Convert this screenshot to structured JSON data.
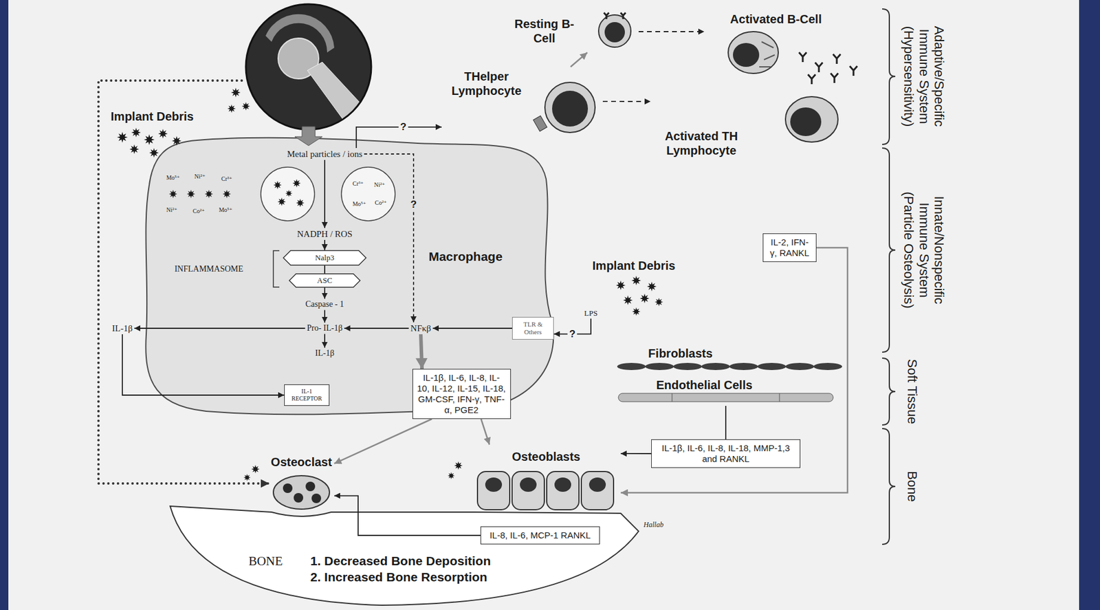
{
  "diagram": {
    "nodes": [
      {
        "text": [
          "Macrophage"
        ]
      },
      {
        "text": [
          "Metal particles / ions"
        ],
        "in": 0
      },
      {
        "text": [
          "NADPH / ROS"
        ],
        "in": 0
      },
      {
        "text": [
          "Nalp3"
        ],
        "in": 0
      },
      {
        "text": [
          "ASC"
        ],
        "in": 0
      },
      {
        "text": [
          "Caspase - 1"
        ],
        "in": 0
      },
      {
        "text": [
          "Pro- IL-1β"
        ],
        "in": 0
      },
      {
        "text": [
          "IL-1β"
        ],
        "in": 0
      },
      {
        "text": [
          "NFκβ"
        ],
        "in": 0
      },
      {
        "text": [
          "IL-1 RECEPTOR"
        ],
        "in": 0
      },
      {
        "text": [
          "TLR & Others"
        ]
      },
      {
        "text": [
          "IL-1β"
        ]
      },
      {
        "text": [
          "IL-1β, IL-6, IL-8, IL-10, IL-12, IL-15, IL-18, GM-CSF, IFN-γ, TNF-α, PGE2"
        ]
      },
      {
        "text": [
          "Resting B-Cell"
        ]
      },
      {
        "text": [
          "Activated B-Cell"
        ]
      },
      {
        "text": [
          "THelper Lymphocyte"
        ]
      },
      {
        "text": [
          "Activated TH Lymphocyte"
        ]
      },
      {
        "text": [
          "IL-2, IFN-γ, RANKL"
        ]
      },
      {
        "text": [
          "Fibroblasts"
        ]
      },
      {
        "text": [
          "Endothelial Cells"
        ]
      },
      {
        "text": [
          "IL-1β, IL-6, IL-8, IL-18, MMP-1,3 and RANKL"
        ]
      },
      {
        "text": [
          "Osteoclast"
        ]
      },
      {
        "text": [
          "Osteoblasts"
        ]
      },
      {
        "text": [
          "IL-8, IL-6, MCP-1 RANKL"
        ]
      },
      {
        "text": [
          "LPS"
        ]
      }
    ],
    "edges": [
      {
        "from": 1,
        "to": 2,
        "arrow": "to"
      },
      {
        "from": 2,
        "to": 3,
        "arrow": "to"
      },
      {
        "from": 3,
        "to": 4,
        "arrow": "none"
      },
      {
        "from": 4,
        "to": 5,
        "arrow": "to"
      },
      {
        "from": 5,
        "to": 6,
        "arrow": "to"
      },
      {
        "from": 6,
        "to": 7,
        "arrow": "to"
      },
      {
        "from": 8,
        "to": 6,
        "arrow": "to"
      },
      {
        "from": 6,
        "to": 11,
        "arrow": "to"
      },
      {
        "from": 11,
        "to": 9,
        "arrow": "to"
      },
      {
        "from": 1,
        "to": 8,
        "label": "?",
        "arrow": "to"
      },
      {
        "from": 10,
        "to": 8,
        "arrow": "to"
      },
      {
        "from": 24,
        "to": 10,
        "label": "?",
        "arrow": "to"
      },
      {
        "from": 8,
        "to": 12,
        "arrow": "to"
      },
      {
        "from": 1,
        "to": 15,
        "label": "?",
        "arrow": "to"
      },
      {
        "from": 15,
        "to": 13,
        "arrow": "to"
      },
      {
        "from": 13,
        "to": 14,
        "arrow": "to"
      },
      {
        "from": 15,
        "to": 16,
        "arrow": "to"
      },
      {
        "from": 12,
        "to": 21,
        "arrow": "to"
      },
      {
        "from": 12,
        "to": 22,
        "arrow": "to"
      },
      {
        "from": 19,
        "to": 20,
        "arrow": "none"
      },
      {
        "from": 20,
        "to": 22,
        "arrow": "to"
      },
      {
        "from": 23,
        "to": 21,
        "arrow": "to"
      },
      {
        "from": 17,
        "to": 22,
        "arrow": "to"
      }
    ],
    "labels": [
      "Implant Debris",
      "Implant Debris",
      "INFLAMMASOME",
      "Mo⁵⁺",
      "Ni²⁺",
      "Cr³⁺",
      "Ni²⁺",
      "Co²⁺",
      "Mo⁵⁺",
      "Cr³⁺",
      "Ni²⁺",
      "Mo⁵⁺",
      "Co²⁺",
      "BONE",
      "1. Decreased Bone Deposition",
      "2. Increased Bone Resorption",
      "Adaptive/Specific Immune System (Hypersensitivity)",
      "Innate/Nonspecific Immune System (Particle Osteolysis)",
      "Soft Tissue",
      "Bone",
      "Hallab"
    ]
  }
}
